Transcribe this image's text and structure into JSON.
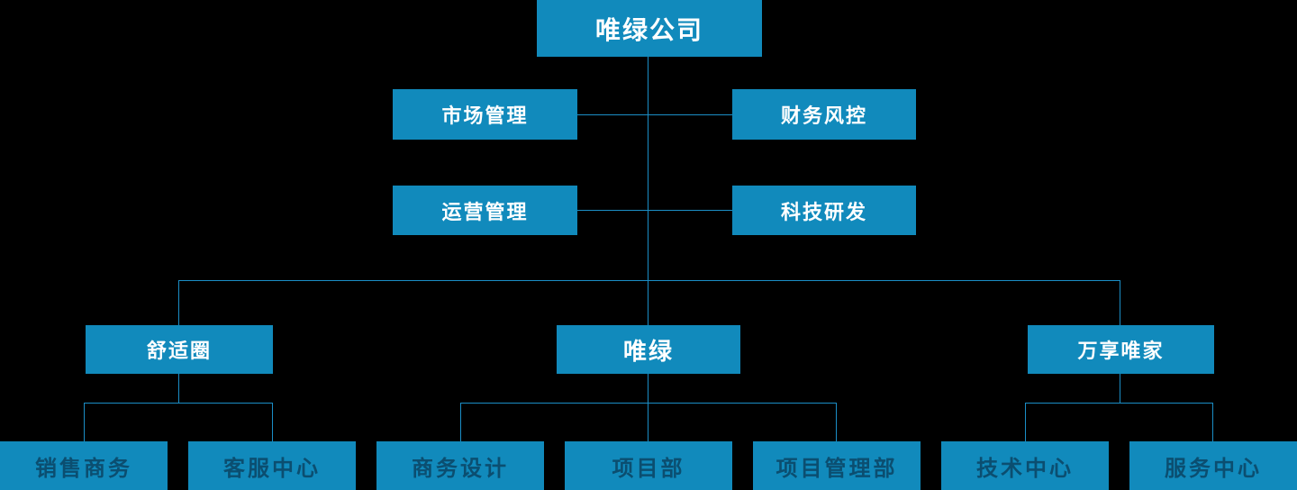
{
  "colors": {
    "box_fill": "#118ABC",
    "line_color": "#1B8EC6",
    "text_light": "#FFFFFF",
    "text_dark": "#0B4E70",
    "bg": "#000000"
  },
  "org": {
    "root": "唯绿公司",
    "level2": [
      "市场管理",
      "财务风控"
    ],
    "level3": [
      "运营管理",
      "科技研发"
    ],
    "level4": [
      "舒适圈",
      "唯绿",
      "万享唯家"
    ],
    "level5": [
      "销售商务",
      "客服中心",
      "商务设计",
      "项目部",
      "项目管理部",
      "技术中心",
      "服务中心"
    ]
  }
}
